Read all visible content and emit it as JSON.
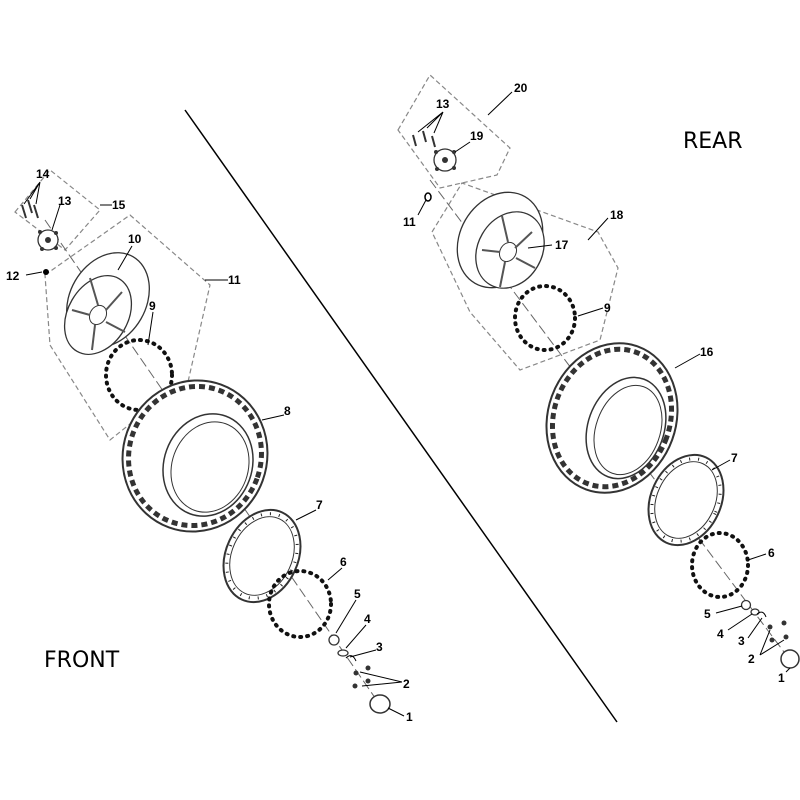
{
  "titles": {
    "front": "FRONT",
    "rear": "REAR"
  },
  "front_labels": {
    "l14": "14",
    "l13": "13",
    "l15": "15",
    "l10": "10",
    "l12": "12",
    "l11": "11",
    "l9": "9",
    "l8": "8",
    "l7": "7",
    "l6": "6",
    "l5": "5",
    "l4": "4",
    "l3": "3",
    "l2": "2",
    "l1": "1"
  },
  "rear_labels": {
    "l20": "20",
    "l13": "13",
    "l19": "19",
    "l11": "11",
    "l18": "18",
    "l17": "17",
    "l9": "9",
    "l16": "16",
    "l7": "7",
    "l6": "6",
    "l5": "5",
    "l4": "4",
    "l3": "3",
    "l2": "2",
    "l1": "1"
  }
}
